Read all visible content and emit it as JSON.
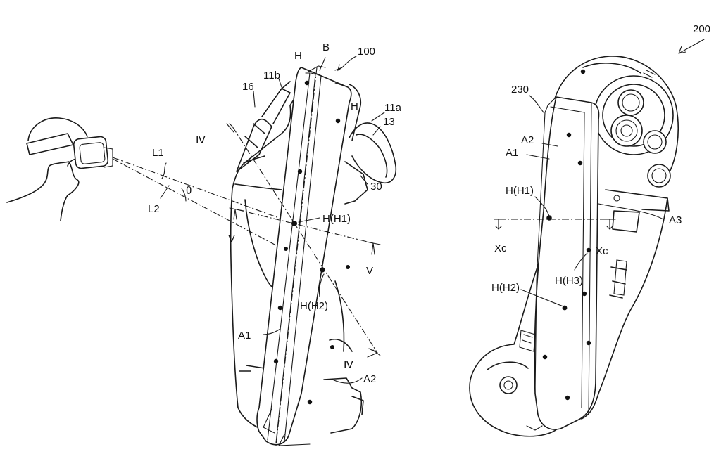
{
  "figure": {
    "left_device_ref": "100",
    "right_device_ref": "200",
    "right_body_ref": "230",
    "labels_left": {
      "H_top": "H",
      "B": "B",
      "ref_11b": "11b",
      "ref_16": "16",
      "H_side": "H",
      "ref_11a": "11a",
      "ref_13": "13",
      "IV_top": "Ⅳ",
      "L1": "L1",
      "L2": "L2",
      "theta": "θ",
      "ref_30": "30",
      "V_left": "V",
      "H_H1": "H(H1)",
      "V_right": "V",
      "H_H2": "H(H2)",
      "A1": "A1",
      "IV_bottom": "Ⅳ",
      "A2": "A2"
    },
    "labels_right": {
      "A2": "A2",
      "A1": "A1",
      "H_H1": "H(H1)",
      "A3": "A3",
      "Xc_left": "Xc",
      "Xc_right": "Xc",
      "H_H3": "H(H3)",
      "H_H2": "H(H2)"
    }
  }
}
